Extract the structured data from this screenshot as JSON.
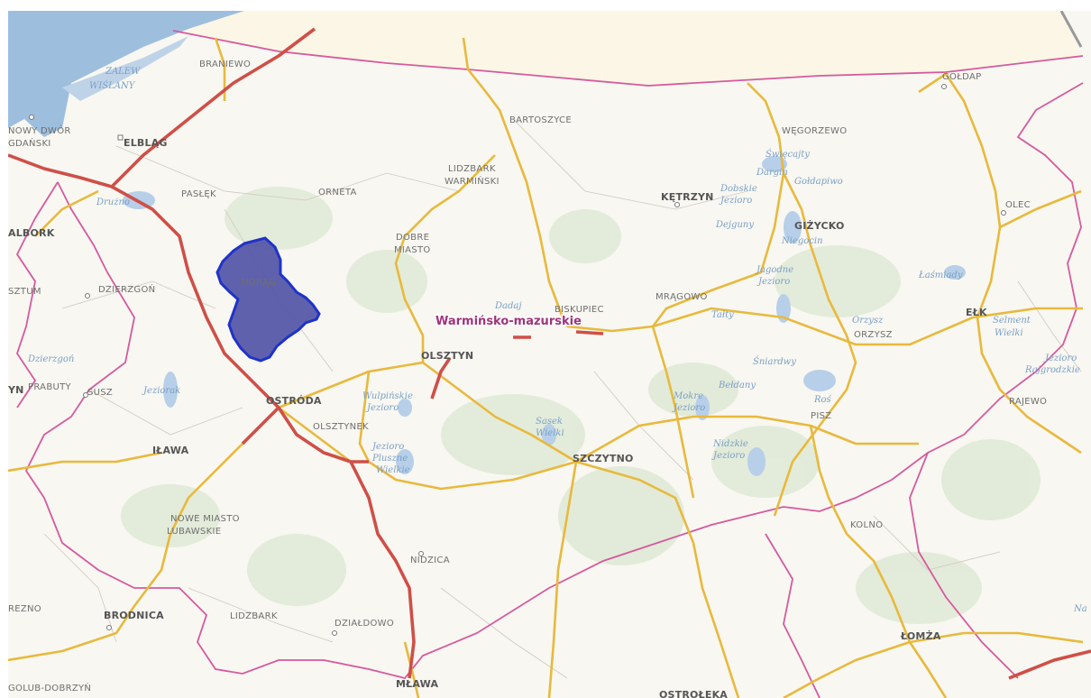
{
  "map": {
    "region_label": "Warmińsko-mazurskie",
    "cities": {
      "olsztyn": "OLSZTYN",
      "elblag": "ELBLĄG",
      "ostroda": "OSTRÓDA",
      "szczytno": "SZCZYTNO",
      "ketrzyn": "KĘTRZYN",
      "gizycko": "GIŻYCKO",
      "elk": "EŁK",
      "ilawa": "IŁAWA",
      "brodnica": "BRODNICA",
      "lomza": "ŁOMŻA",
      "ostroleka": "OSTROŁĘKA",
      "mlawa": "MŁAWA",
      "malbork": "ALBORK"
    },
    "towns": {
      "braniewo": "BRANIEWO",
      "bartoszyce": "BARTOSZYCE",
      "wegorzewo": "WĘGORZEWO",
      "goldap": "GOŁDAP",
      "lidzbark_warminski_1": "LIDZBARK",
      "lidzbark_warminski_2": "WARMIŃSKI",
      "orneta": "ORNETA",
      "paslek": "PASŁĘK",
      "dobre_miasto_1": "DOBRE",
      "dobre_miasto_2": "MIASTO",
      "biskupiec": "BISKUPIEC",
      "mragowo": "MRĄGOWO",
      "olecko": "OLEC",
      "orzysz": "ORZYSZ",
      "pisz": "PISZ",
      "grajewo": "RAJEWO",
      "kolno": "KOLNO",
      "nidzica": "NIDZICA",
      "dzialdowo": "DZIAŁDOWO",
      "lidzbark": "LIDZBARK",
      "nowe_miasto_1": "NOWE MIASTO",
      "nowe_miasto_2": "LUBAWSKIE",
      "susz": "SUSZ",
      "prabuty": "PRABUTY",
      "golub": "GOLUB-DOBRZYŃ",
      "rypin": "REZNO",
      "olsztynek": "OLSZTYNEK",
      "morag": "MORĄG",
      "nowy_dwor_1": "NOWY DWÓR",
      "nowy_dwor_2": "GDAŃSKI",
      "dzierzgon": "DZIERZGOŃ",
      "sztum": "SZTUM",
      "kwidzyn": "YN"
    },
    "lakes": {
      "zalew_1": "ZALEW",
      "zalew_2": "WIŚLANY",
      "druzno": "Drużno",
      "jeziorak": "Jeziorak",
      "dzierzgon_lake": "Dzierzgoń",
      "swiecajty": "Święcajty",
      "dargin": "Dargin",
      "goldapiwo": "Gołdapiwo",
      "dobskie_1": "Dobskie",
      "dobskie_2": "Jezioro",
      "dejguny": "Dejguny",
      "niegocin": "Niegocin",
      "jagodne_1": "Jagodne",
      "jagodne_2": "Jezioro",
      "lasmiady": "Łaśmiady",
      "talty": "Tałty",
      "selment_1": "Selment",
      "selment_2": "Wielki",
      "orzysz_lake": "Orzysz",
      "sniardwy": "Śniardwy",
      "beldany": "Bełdany",
      "mokre_1": "Mokre",
      "mokre_2": "Jezioro",
      "ros": "Roś",
      "nidzkie_1": "Nidzkie",
      "nidzkie_2": "Jezioro",
      "wulpinskie_1": "Wulpińskie",
      "wulpinskie_2": "Jezioro",
      "sasek_1": "Sasek",
      "sasek_2": "Wielki",
      "plusne_1": "Jezioro",
      "plusne_2": "Pluszne",
      "plusne_3": "Wielkie",
      "rajgrodzkie_1": "Jezioro",
      "rajgrodzkie_2": "Rajgrodzkie",
      "dadaj": "Dadaj",
      "na": "Na"
    },
    "colors": {
      "sea": "#9ebede",
      "land": "#f8f7f1",
      "foreign": "#fbf6e6",
      "motorway": "#cf4f48",
      "main_road": "#e8b93d",
      "voivodeship_border": "#d55a9e",
      "highlight_fill": "#5659a8",
      "highlight_stroke": "#1f33c8",
      "forest": "#dde9d4"
    }
  }
}
